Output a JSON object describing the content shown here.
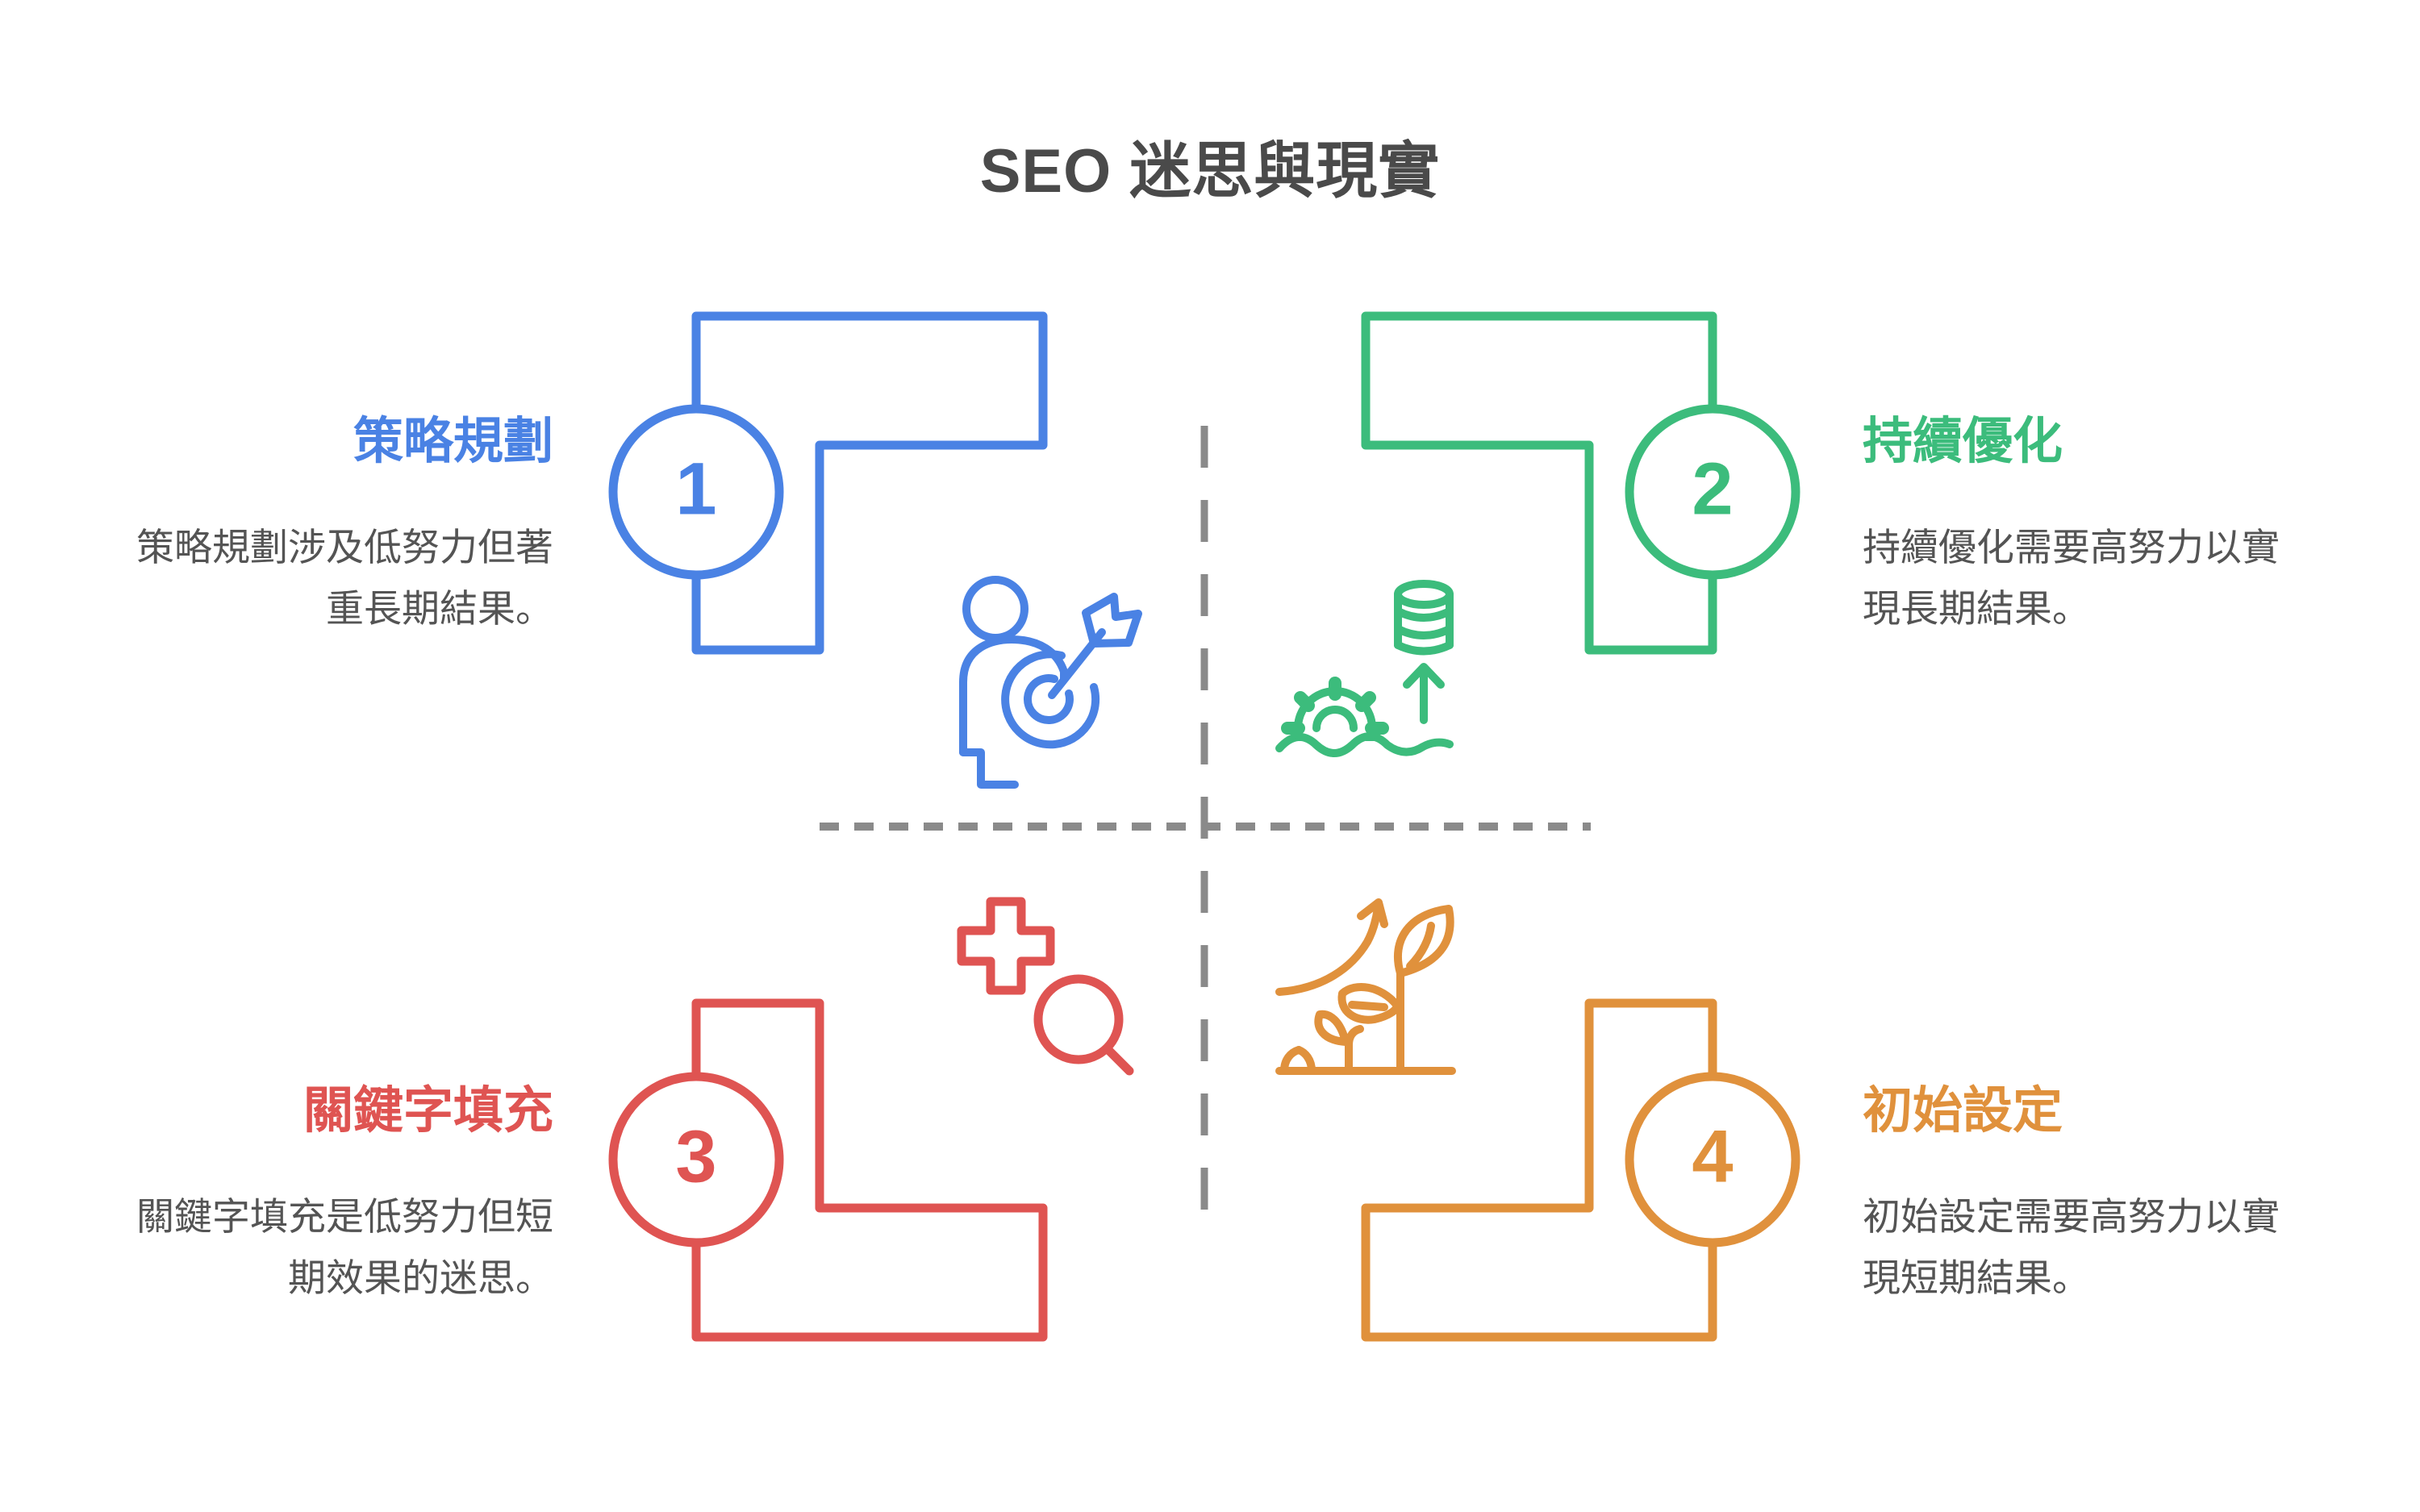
{
  "title": "SEO 迷思與現實",
  "divider_color": "#8a8a8a",
  "text_color": "#545454",
  "title_color": "#4a4a4a",
  "quadrants": [
    {
      "number": "1",
      "title": "策略規劃",
      "desc": "策略規劃涉及低努力但著重長期結果。",
      "color": "#4a82e4",
      "icon": "person-target-icon"
    },
    {
      "number": "2",
      "title": "持續優化",
      "desc": "持續優化需要高努力以實現長期結果。",
      "color": "#3cbc7c",
      "icon": "gear-database-growth-icon"
    },
    {
      "number": "3",
      "title": "關鍵字填充",
      "desc": "關鍵字填充是低努力但短期效果的迷思。",
      "color": "#df5452",
      "icon": "plus-magnifier-icon"
    },
    {
      "number": "4",
      "title": "初始設定",
      "desc": "初始設定需要高努力以實現短期結果。",
      "color": "#e0913c",
      "icon": "plant-growth-icon"
    }
  ]
}
